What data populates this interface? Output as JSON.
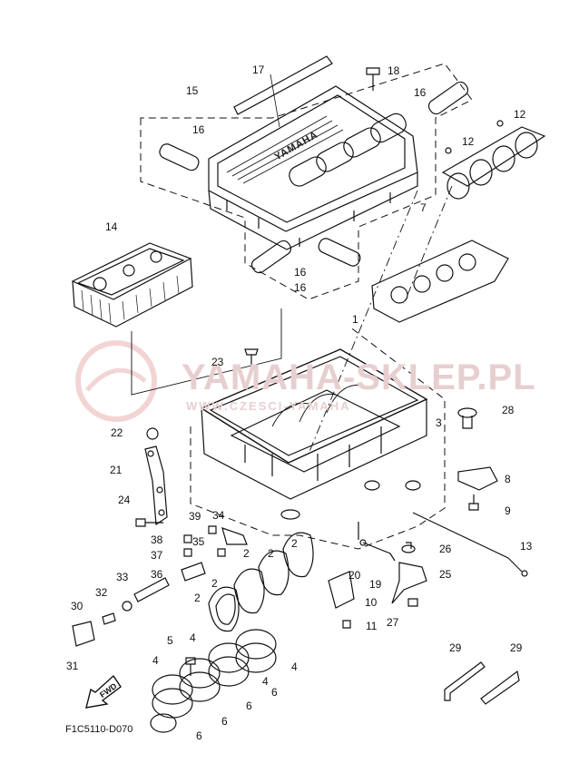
{
  "diagram": {
    "figure_code": "F1C5110-D070",
    "watermark": {
      "main": "YAMAHA-SKLEP.PL",
      "sub": "WWW.CZESCI-YAMAHA"
    },
    "cover_logo": "YAMAHA",
    "direction_marker": "FWD",
    "callouts": [
      "1",
      "2",
      "2",
      "2",
      "2",
      "2",
      "3",
      "4",
      "4",
      "4",
      "4",
      "5",
      "6",
      "6",
      "6",
      "6",
      "7",
      "8",
      "9",
      "10",
      "11",
      "12",
      "12",
      "13",
      "14",
      "15",
      "16",
      "16",
      "16",
      "16",
      "17",
      "18",
      "19",
      "20",
      "21",
      "22",
      "23",
      "24",
      "25",
      "26",
      "27",
      "28",
      "29",
      "29",
      "30",
      "31",
      "32",
      "33",
      "34",
      "35",
      "36",
      "37",
      "38",
      "39"
    ]
  }
}
